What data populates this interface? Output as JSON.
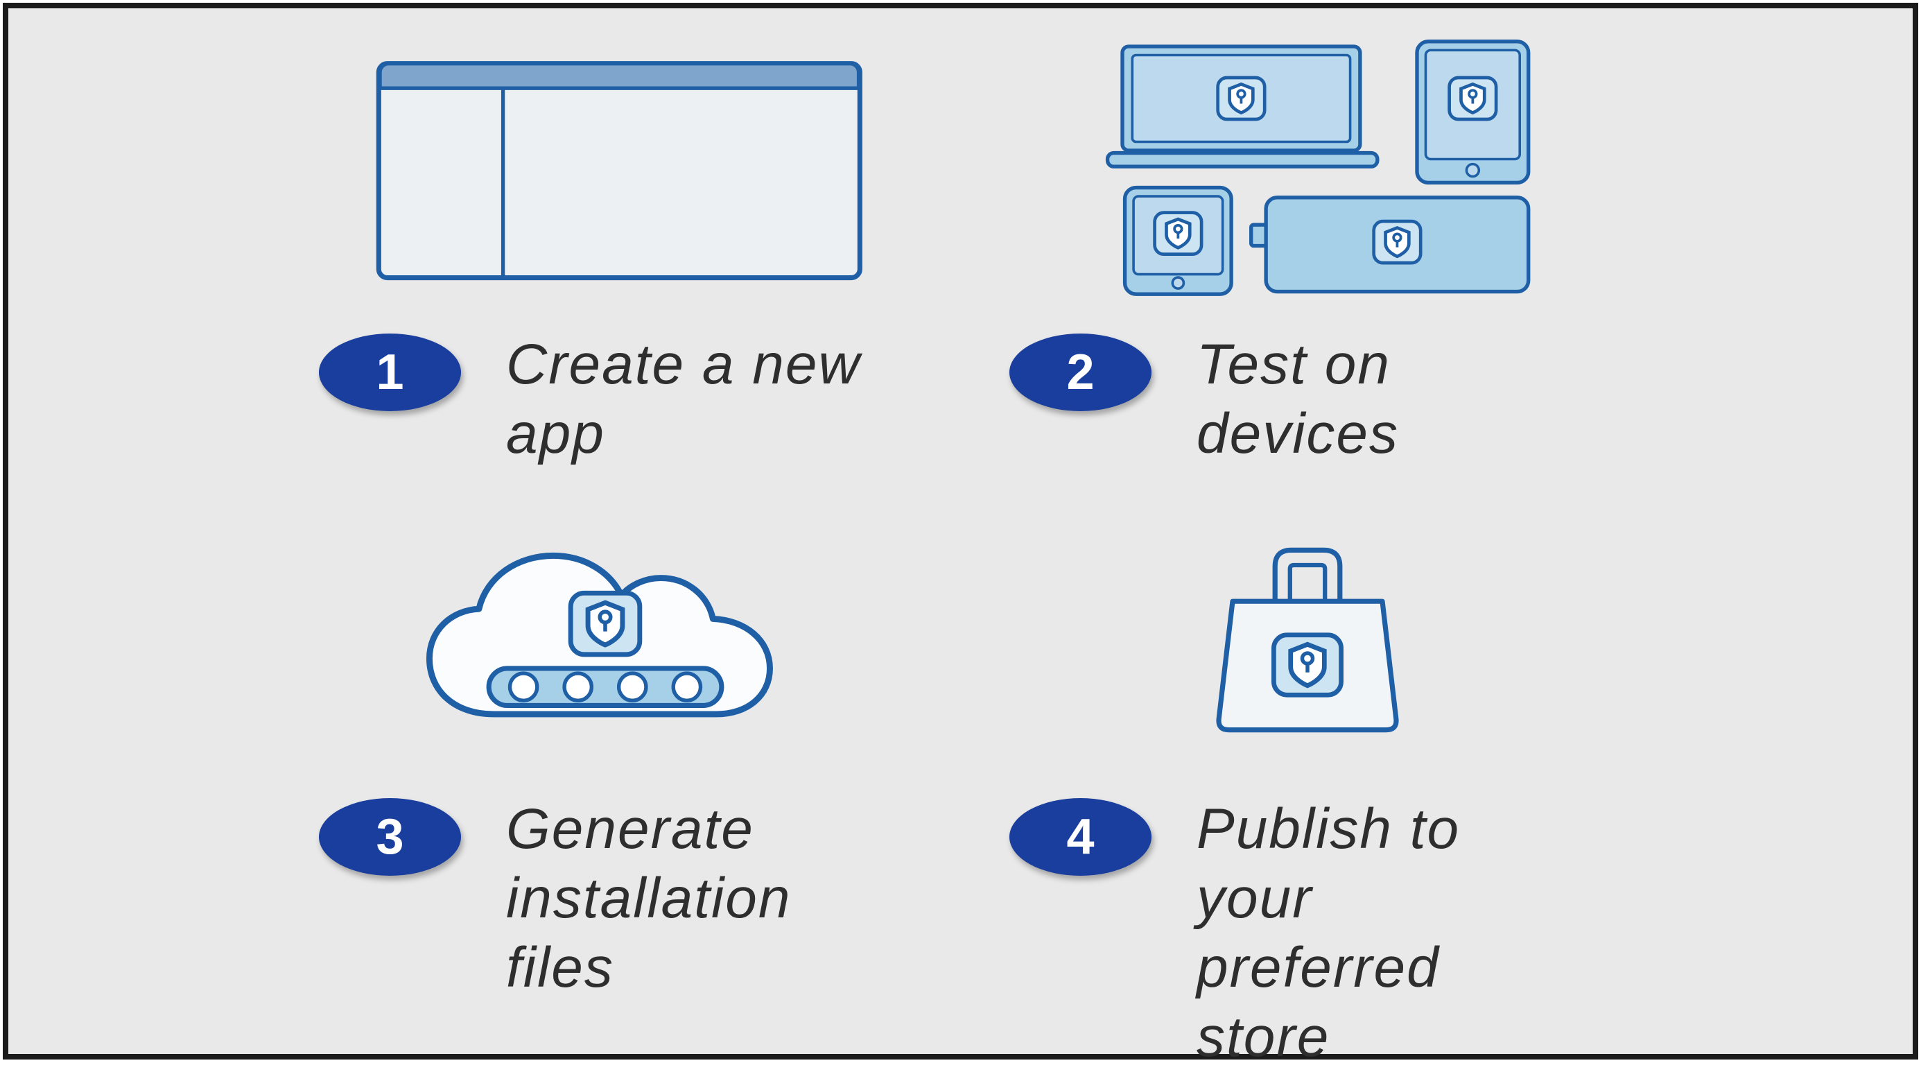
{
  "diagram": {
    "type": "workflow-steps",
    "steps": [
      {
        "number": "1",
        "label": "Create a new\napp",
        "icon": "new-app-window-icon"
      },
      {
        "number": "2",
        "label": "Test on\ndevices",
        "icon": "devices-icon"
      },
      {
        "number": "3",
        "label": "Generate\ninstallation\nfiles",
        "icon": "cloud-build-icon"
      },
      {
        "number": "4",
        "label": "Publish to\nyour\npreferred\nstore",
        "icon": "store-bag-icon"
      }
    ]
  },
  "colors": {
    "background": "#e9e9e9",
    "frame_border": "#1b1b1b",
    "badge_fill": "#1a3e9e",
    "badge_text": "#ffffff",
    "icon_outline": "#1f5fa5",
    "icon_fill_light_blue": "#a6cfe8",
    "window_header_fill": "#7fa5cd",
    "text": "#2e2e2e"
  }
}
